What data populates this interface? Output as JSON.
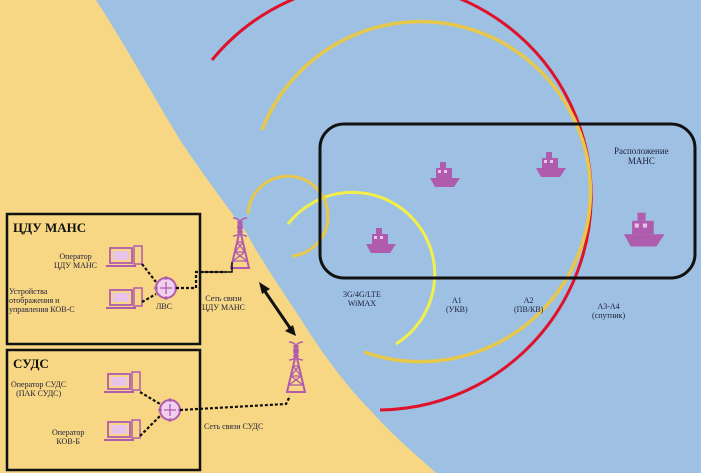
{
  "title": "",
  "colors": {
    "sea": "#9ec0e2",
    "land": "#f7d784",
    "zone_a1": "#f2ef4a",
    "zone_a2": "#e8c84a",
    "zone_a3a4": "#e0112a",
    "panel_border": "#111111",
    "device": "#b05cae"
  },
  "panels": {
    "cdu": {
      "title": "ЦДУ МАНС",
      "operator": "Оператор\nЦДУ МАНС",
      "device": "Устройства\nотображения и\nуправления КОВ-С",
      "lan": "ЛВС"
    },
    "suds": {
      "title": "СУДС",
      "operator1": "Оператор СУДС\n(ПАК СУДС)",
      "operator2": "Оператор\nКОВ-Б"
    }
  },
  "towers": {
    "cdu": "Сеть связи\nЦДУ МАНС",
    "suds": "Сеть связи СУДС"
  },
  "manc_location": "Расположение\nМАНС",
  "zones": {
    "lte": "3G/4G/LTE\nWiMAX",
    "a1": "A1\n(УКВ)",
    "a2": "A2\n(ПВ/КВ)",
    "a3a4": "A3-A4\n(спутник)"
  },
  "icons": [
    "tower-icon",
    "computer-icon",
    "network-hub-icon",
    "ship-icon"
  ]
}
